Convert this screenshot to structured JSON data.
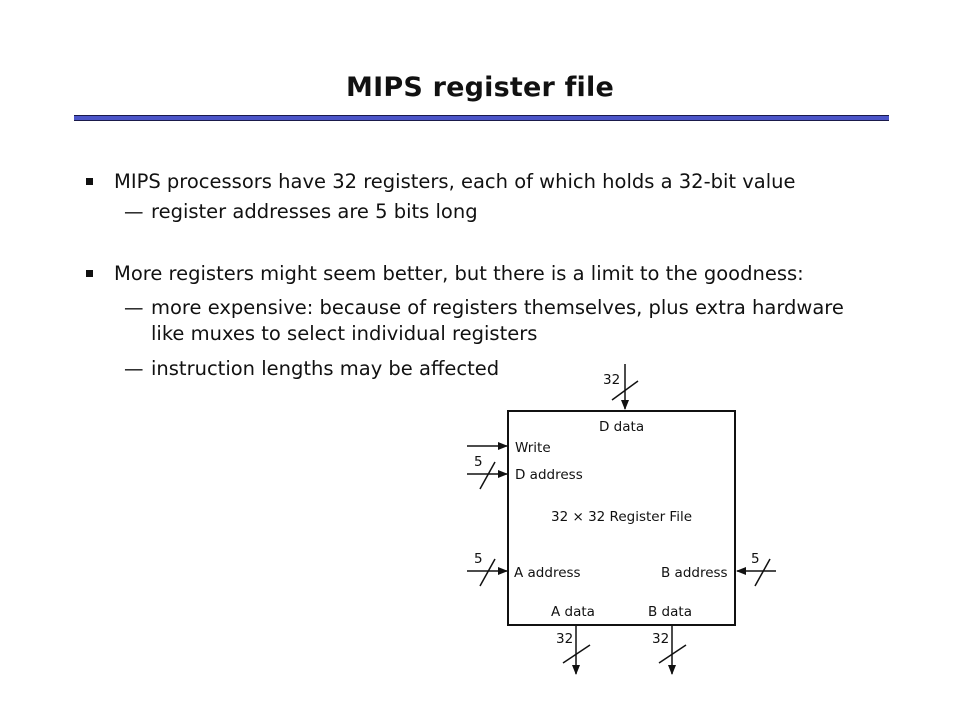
{
  "slide": {
    "title": "MIPS register file",
    "rule_color": "#4b55c8"
  },
  "bullets": [
    {
      "text": "MIPS processors have 32 registers, each of which holds a 32-bit value",
      "subs": [
        "register addresses are 5 bits long"
      ]
    },
    {
      "text": "More registers might seem better, but there is a limit to the goodness:",
      "subs": [
        "more expensive: because of registers themselves, plus extra hardware",
        "like muxes to select individual registers",
        "instruction lengths may be affected"
      ]
    }
  ],
  "sub_dash": "—",
  "diagram": {
    "box_title": "32 × 32 Register File",
    "d_data": "D data",
    "write": "Write",
    "d_address": "D address",
    "a_address": "A address",
    "b_address": "B address",
    "a_data": "A data",
    "b_data": "B data",
    "width_d_data": "32",
    "width_d_address": "5",
    "width_a_address": "5",
    "width_b_address": "5",
    "width_a_data": "32",
    "width_b_data": "32"
  }
}
